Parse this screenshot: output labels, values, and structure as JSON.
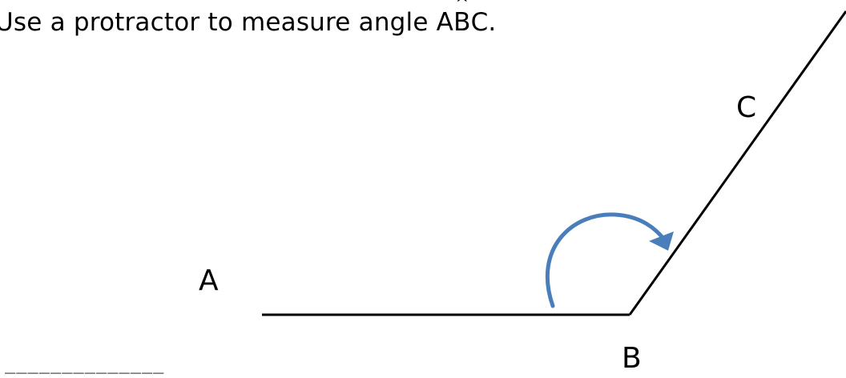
{
  "instruction": {
    "prefix": "Use a protractor to measure angle A",
    "vertex": "B",
    "suffix": "C."
  },
  "points": {
    "A": "A",
    "B": "B",
    "C": "C"
  },
  "answer_blank": "______________",
  "colors": {
    "lines": "#000000",
    "arrow": "#4a7ebb"
  }
}
